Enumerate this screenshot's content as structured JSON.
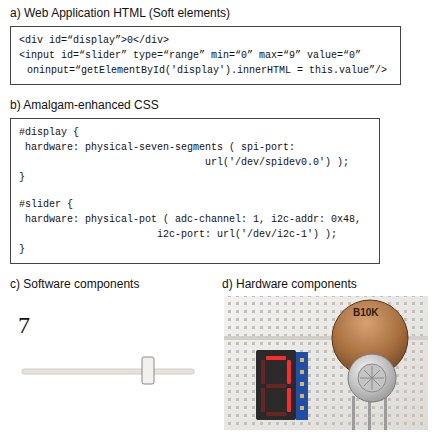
{
  "diagram": {
    "nodes": [
      {
        "text": [
          "a) Web Application HTML (Soft elements)",
          "<div id=“display”>0</div>",
          "<input id=“slider” type=“range” min=“0” max=“9” value=“0”",
          "oninput=“getElementById('display').innerHTML = this.value”/>"
        ]
      },
      {
        "text": [
          "b) Amalgam-enhanced CSS",
          "#display {",
          "hardware: physical-seven-segments ( spi-port:",
          "url('/dev/spidev0.0') );",
          "}",
          "#slider {",
          "hardware: physical-pot ( adc-channel: 1, i2c-addr: 0x48,",
          "i2c-port: url('/dev/i2c-1') );",
          "}"
        ]
      }
    ],
    "labels": [
      "c) Software components",
      "d) Hardware components",
      "7",
      "B10K"
    ]
  }
}
